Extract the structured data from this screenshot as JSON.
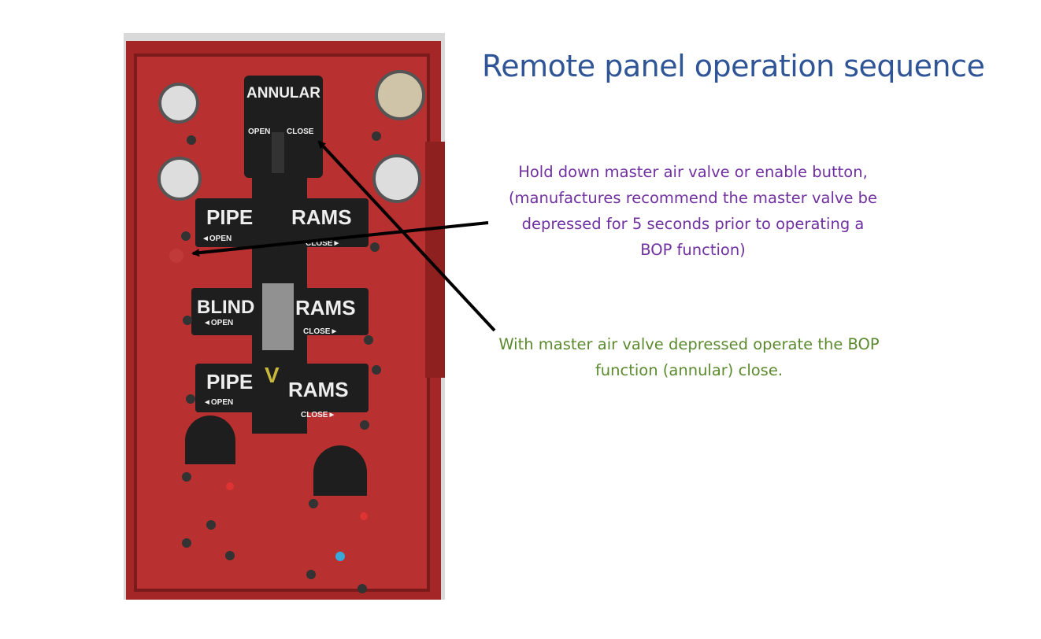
{
  "slide": {
    "title": "Remote panel operation sequence",
    "note_master_valve": "Hold down master air valve or enable button, (manufactures recommend the master valve be depressed for 5 seconds prior to operating a BOP function)",
    "note_operate": "With master air valve depressed operate the BOP function (annular) close."
  },
  "photo": {
    "annular": "ANNULAR",
    "open": "OPEN",
    "close": "CLOSE",
    "pipe": "PIPE",
    "rams": "RAMS",
    "blind": "BLIND",
    "open_arrow": "◄OPEN",
    "close_arrow": "CLOSE►",
    "v_mark": "V"
  },
  "colors": {
    "title": "#2f5597",
    "note1": "#7030a0",
    "note2": "#5b8a2e",
    "panel": "#b22a2a"
  }
}
